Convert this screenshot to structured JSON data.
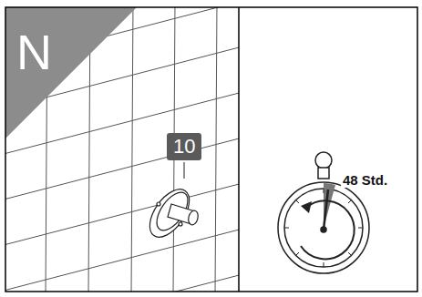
{
  "diagram": {
    "labels": [
      "N",
      "10",
      "48 Std."
    ]
  }
}
